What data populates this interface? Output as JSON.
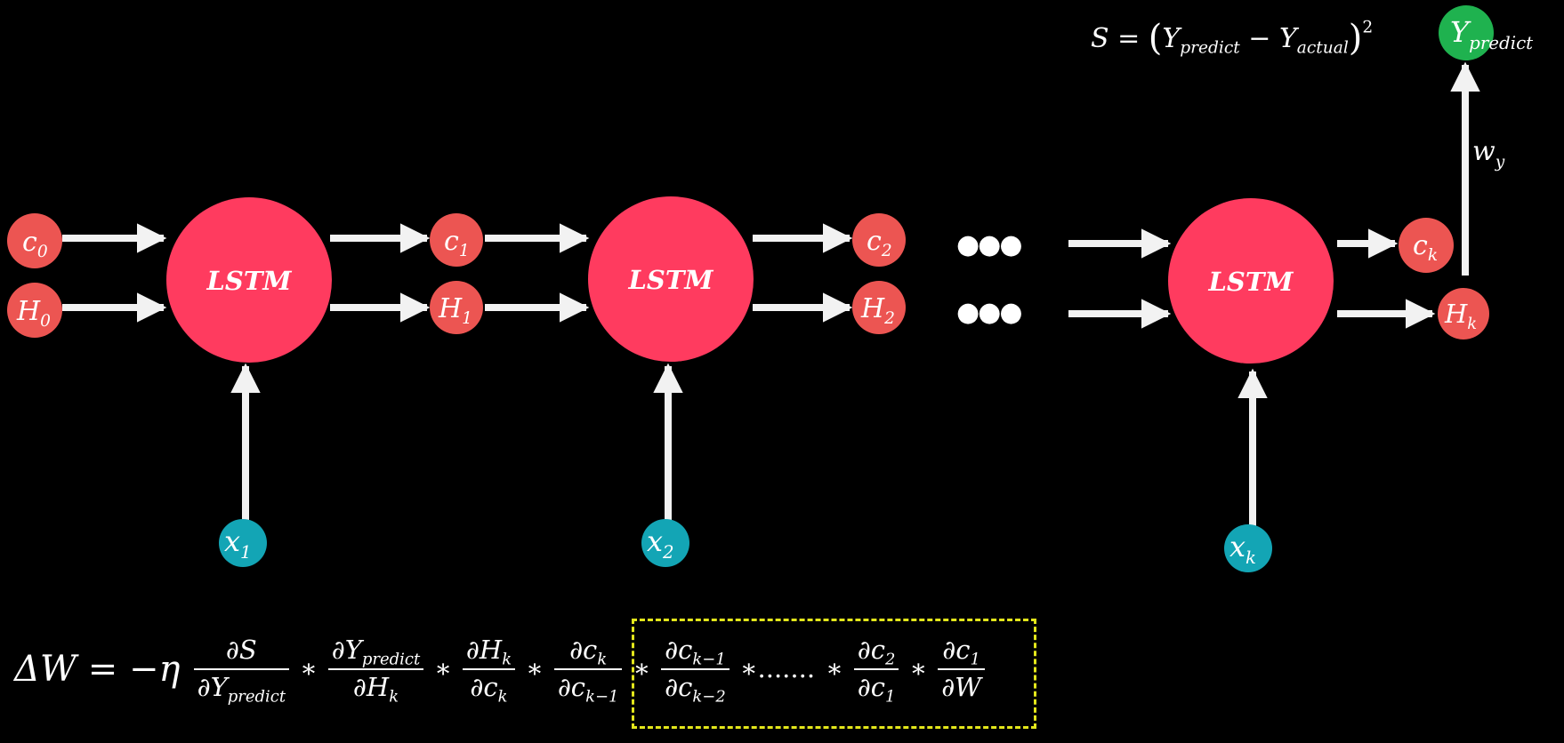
{
  "colors": {
    "background": "#000000",
    "lstm": "#ff3b5f",
    "state_node": "#ec5552",
    "input_node": "#13a5b5",
    "output_node": "#1fb24f",
    "arrow": "#f2f2f2",
    "highlight_box": "#e3e61b"
  },
  "lstm_label": "LSTM",
  "ellipsis": "●●●",
  "nodes": {
    "c0": {
      "base": "c",
      "sub": "0"
    },
    "h0": {
      "base": "H",
      "sub": "0"
    },
    "c1": {
      "base": "c",
      "sub": "1"
    },
    "h1": {
      "base": "H",
      "sub": "1"
    },
    "c2": {
      "base": "c",
      "sub": "2"
    },
    "h2": {
      "base": "H",
      "sub": "2"
    },
    "ck": {
      "base": "c",
      "sub": "k"
    },
    "hk": {
      "base": "H",
      "sub": "k"
    },
    "x1": {
      "base": "x",
      "sub": "1"
    },
    "x2": {
      "base": "x",
      "sub": "2"
    },
    "xk": {
      "base": "x",
      "sub": "k"
    },
    "y": {
      "base": "Y",
      "sub": "predict"
    }
  },
  "weight_label": {
    "base": "w",
    "sub": "y"
  },
  "loss": {
    "lhs": "S =",
    "y_pred": "Y",
    "y_pred_sub": "predict",
    "minus": "−",
    "y_act": "Y",
    "y_act_sub": "actual",
    "power": "2"
  },
  "gradient": {
    "lhs": "ΔW = −η",
    "star": "∗",
    "dots": "∗.......",
    "t1": {
      "num": "∂S",
      "den": "∂Y",
      "den_sub": "predict"
    },
    "t2": {
      "num": "∂Y",
      "num_sub": "predict",
      "den": "∂H",
      "den_sub": "k"
    },
    "t3": {
      "num": "∂H",
      "num_sub": "k",
      "den": "∂c",
      "den_sub": "k"
    },
    "t4": {
      "num": "∂c",
      "num_sub": "k",
      "den": "∂c",
      "den_sub": "k−1"
    },
    "t5": {
      "num": "∂c",
      "num_sub": "k−1",
      "den": "∂c",
      "den_sub": "k−2"
    },
    "t6": {
      "num": "∂c",
      "num_sub": "2",
      "den": "∂c",
      "den_sub": "1"
    },
    "t7": {
      "num": "∂c",
      "num_sub": "1",
      "den": "∂W"
    }
  }
}
